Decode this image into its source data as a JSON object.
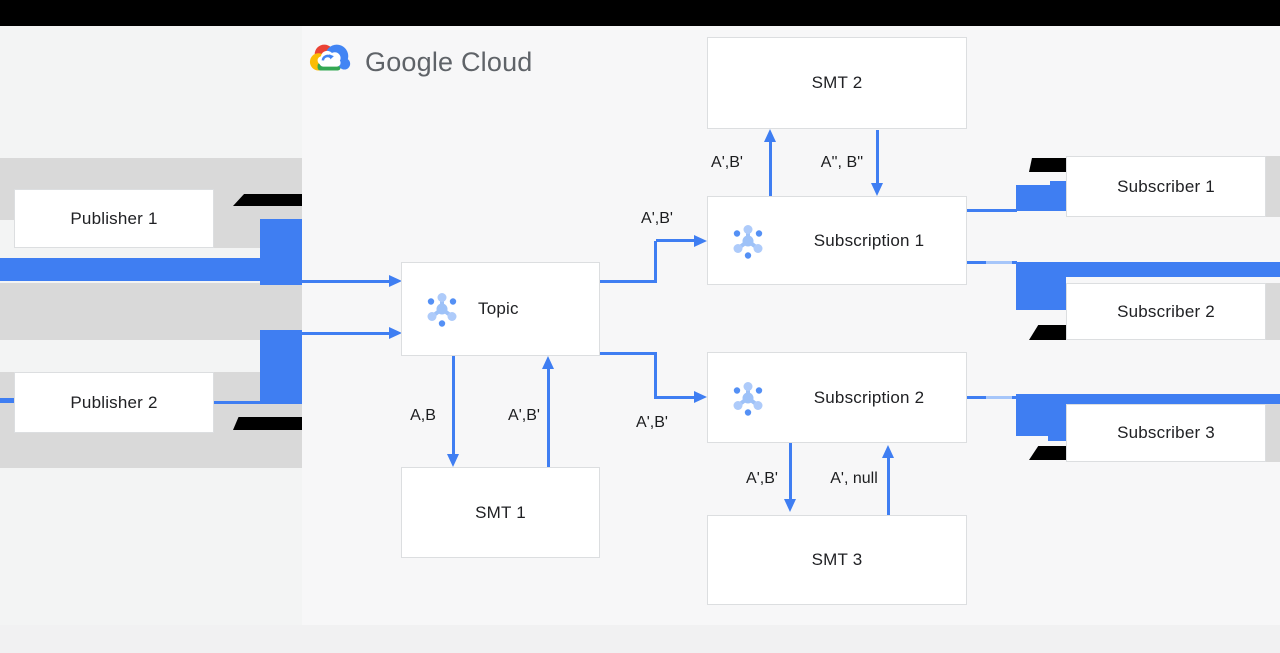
{
  "logo": {
    "text": "Google Cloud"
  },
  "colors": {
    "accent_blue": "#3f7ef2",
    "light_blue": "#a6c6fa",
    "band_gray": "#d9d9d9",
    "redaction_black": "#000000",
    "box_border": "#dcdee0",
    "box_text": "#202124",
    "logo_text_gray": "#5f6368"
  },
  "nodes": {
    "publisher1": {
      "label": "Publisher 1"
    },
    "publisher2": {
      "label": "Publisher 2"
    },
    "topic": {
      "label": "Topic"
    },
    "smt1": {
      "label": "SMT 1"
    },
    "smt2": {
      "label": "SMT 2"
    },
    "smt3": {
      "label": "SMT 3"
    },
    "subscription1": {
      "label": "Subscription 1"
    },
    "subscription2": {
      "label": "Subscription 2"
    },
    "subscriber1": {
      "label": "Subscriber 1"
    },
    "subscriber2": {
      "label": "Subscriber 2"
    },
    "subscriber3": {
      "label": "Subscriber 3"
    }
  },
  "edge_labels": {
    "topic_to_sub1": "A',B'",
    "topic_to_sub2": "A',B'",
    "topic_to_smt1": "A,B",
    "smt1_to_topic": "A',B'",
    "sub1_to_smt2": "A',B'",
    "smt2_to_sub1": "A'', B''",
    "sub2_to_smt3": "A',B'",
    "smt3_to_sub2": "A', null"
  }
}
